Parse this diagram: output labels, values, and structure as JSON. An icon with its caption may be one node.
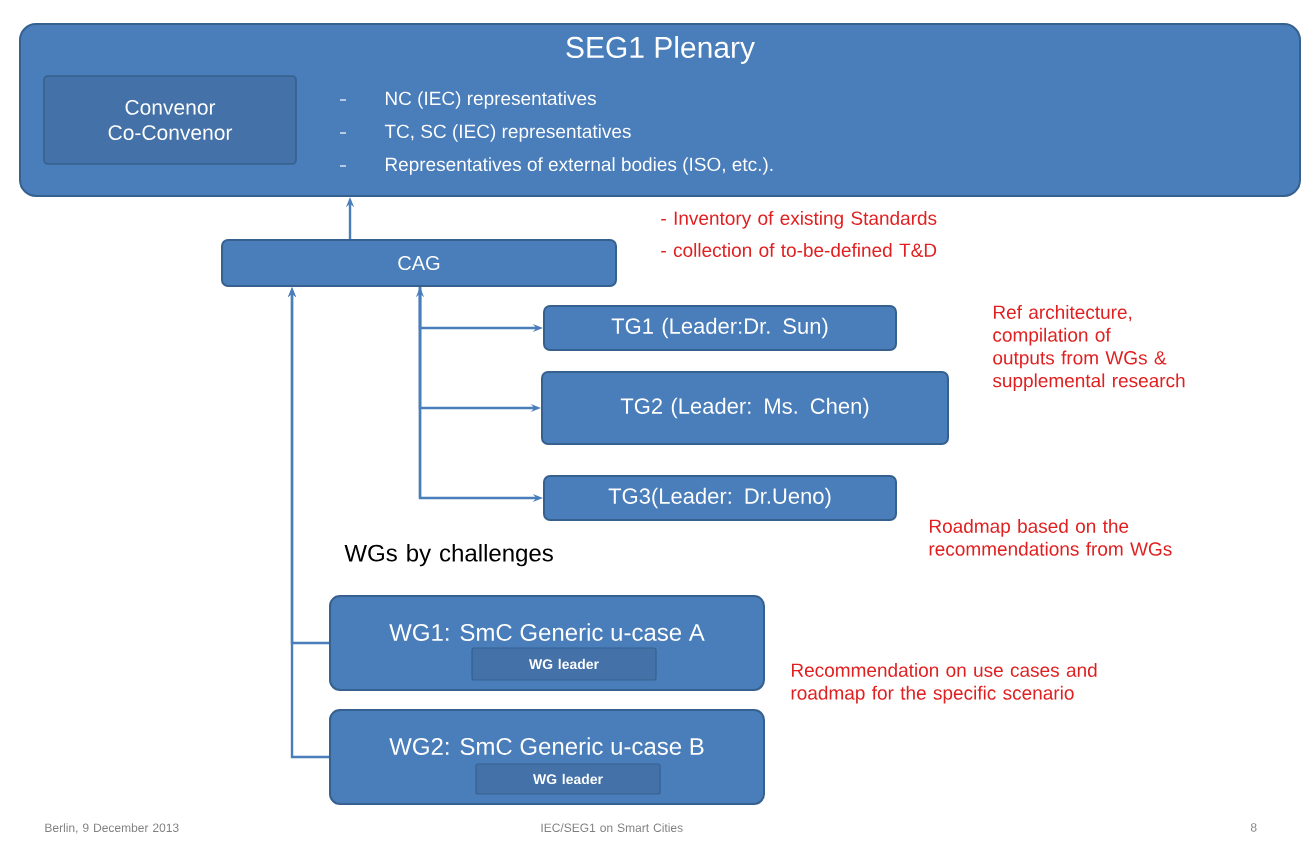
{
  "diagram": {
    "nodes": [
      {
        "text": [
          "SEG1 Plenary",
          "NC (IEC) representatives",
          "TC, SC (IEC) representatives",
          "Representatives of external bodies (ISO, etc.)."
        ]
      },
      {
        "text": [
          "Convenor Co-Convenor"
        ],
        "in": 0
      },
      {
        "text": [
          "CAG"
        ]
      },
      {
        "text": [
          "TG1 (Leader:Dr. Sun)"
        ]
      },
      {
        "text": [
          "TG2 (Leader: Ms. Chen)"
        ]
      },
      {
        "text": [
          "TG3(Leader: Dr.Ueno)"
        ]
      },
      {
        "text": [
          "WG1: SmC Generic u-case A"
        ]
      },
      {
        "text": [
          "WG leader"
        ],
        "in": 6
      },
      {
        "text": [
          "WG2: SmC Generic u-case B"
        ]
      },
      {
        "text": [
          "WG leader"
        ],
        "in": 8
      }
    ],
    "edges": [
      {
        "from": 2,
        "to": 0,
        "arrow": "to"
      },
      {
        "from": 2,
        "to": 3,
        "arrow": "both"
      },
      {
        "from": 2,
        "to": 4,
        "arrow": "both"
      },
      {
        "from": 2,
        "to": 5,
        "arrow": "both"
      },
      {
        "from": 6,
        "to": 2,
        "arrow": "to"
      },
      {
        "from": 8,
        "to": 2,
        "arrow": "to"
      }
    ],
    "labels": [
      "- Inventory of existing Standards",
      "- collection of to-be-defined T&D",
      "Ref architecture, compilation of outputs from WGs & supplemental research",
      "Roadmap based on the recommendations from WGs",
      "WGs by challenges",
      "Recommendation on use cases and roadmap for the specific scenario",
      "Berlin, 9 December 2013",
      "IEC/SEG1 on Smart Cities",
      "8"
    ]
  }
}
